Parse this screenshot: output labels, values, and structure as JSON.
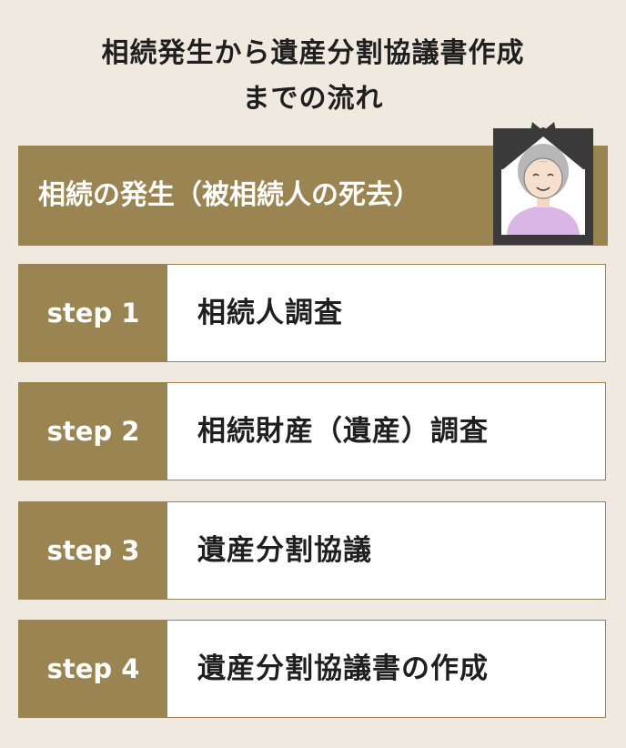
{
  "title": {
    "line1": "相続発生から遺産分割協議書作成",
    "line2": "までの流れ"
  },
  "origin": {
    "label": "相続の発生（被相続人の死去）",
    "icon": "memorial-portrait-icon"
  },
  "steps": [
    {
      "badge": "step 1",
      "text": "相続人調査"
    },
    {
      "badge": "step 2",
      "text": "相続財産（遺産）調査"
    },
    {
      "badge": "step 3",
      "text": "遺産分割協議"
    },
    {
      "badge": "step 4",
      "text": "遺産分割協議書の作成"
    }
  ],
  "colors": {
    "background": "#efe9df",
    "accent": "#9a8452",
    "frame": "#3a3a3a",
    "shirt": "#d9b6e6"
  }
}
